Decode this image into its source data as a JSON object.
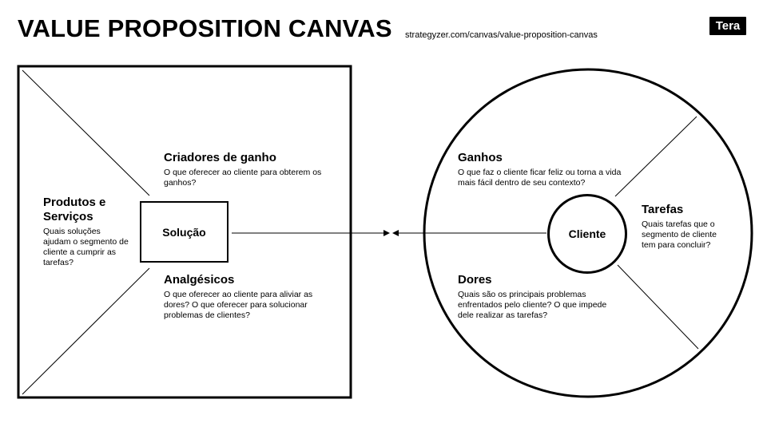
{
  "header": {
    "title": "VALUE PROPOSITION CANVAS",
    "url": "strategyzer.com/canvas/value-proposition-canvas",
    "logo": "Tera"
  },
  "value_map": {
    "gain_creators": {
      "title": "Criadores de ganho",
      "description": "O que oferecer ao cliente para obterem os ganhos?"
    },
    "products_services": {
      "title": "Produtos e Serviços",
      "description": "Quais soluções ajudam o segmento de cliente a cumprir as tarefas?"
    },
    "pain_relievers": {
      "title": "Analgésicos",
      "description": "O que oferecer ao cliente para aliviar as dores? O que oferecer para solucionar problemas de clientes?"
    },
    "center_label": "Solução"
  },
  "customer_profile": {
    "gains": {
      "title": "Ganhos",
      "description": "O que faz o cliente ficar feliz ou torna a vida mais fácil dentro de seu contexto?"
    },
    "jobs": {
      "title": "Tarefas",
      "description": "Quais tarefas que o segmento de cliente tem para concluir?"
    },
    "pains": {
      "title": "Dores",
      "description": "Quais são os principais problemas enfrentados pelo cliente? O que impede dele realizar as tarefas?"
    },
    "center_label": "Cliente"
  }
}
